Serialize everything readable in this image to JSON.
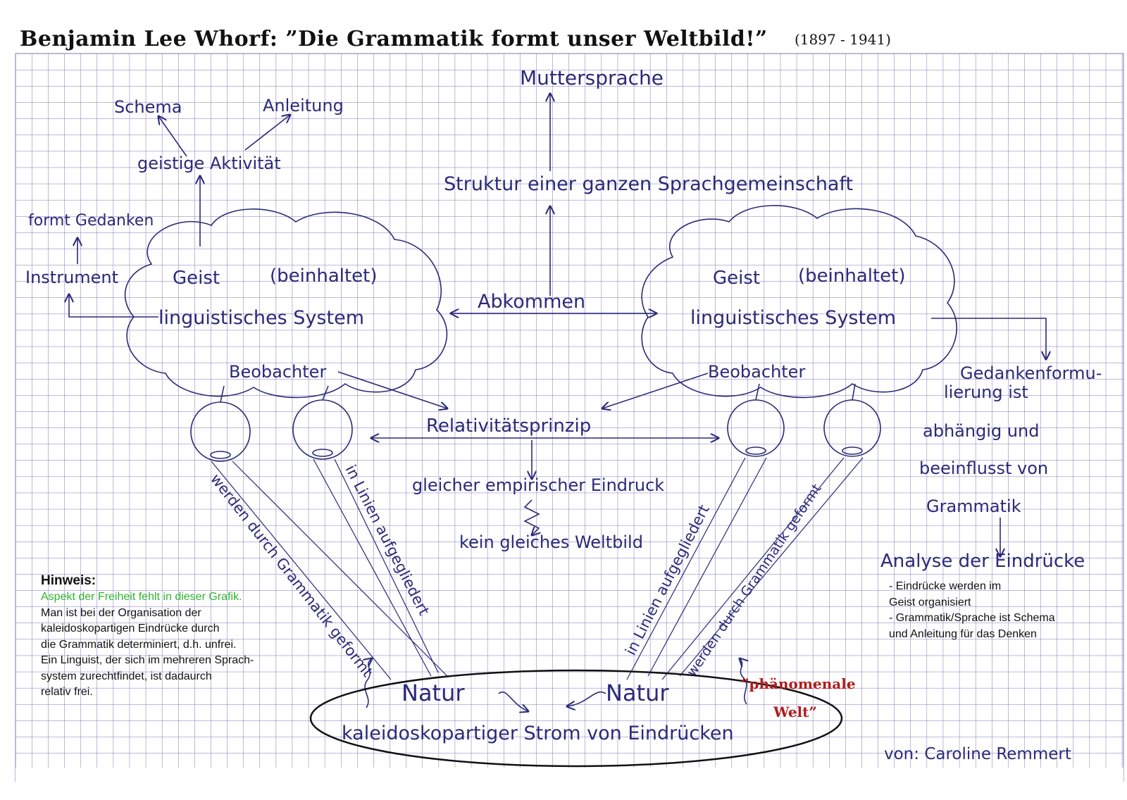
{
  "title": "Benjamin Lee Whorf: ”Die Grammatik formt unser Weltbild!”",
  "years": "(1897 - 1941)",
  "labels": {
    "muttersprache": "Muttersprache",
    "schema": "Schema",
    "anleitung": "Anleitung",
    "geistige_aktivitaet": "geistige Aktivität",
    "struktur": "Struktur einer ganzen Sprachgemeinschaft",
    "formt_gedanken": "formt Gedanken",
    "instrument": "Instrument",
    "geist_left": "Geist",
    "beinhaltet_left": "(beinhaltet)",
    "ling_left": "linguistisches System",
    "abkommen": "Abkommen",
    "geist_right": "Geist",
    "beinhaltet_right": "(beinhaltet)",
    "ling_right": "linguistisches System",
    "beobachter_left": "Beobachter",
    "beobachter_right": "Beobachter",
    "relativitaetsprinzip": "Relativitätsprinzip",
    "gleicher_eindruck": "gleicher empirischer Eindruck",
    "kein_weltbild": "kein gleiches Weltbild",
    "gedanken_1": "Gedankenformu-",
    "gedanken_2": "lierung ist",
    "gedanken_3": "abhängig und",
    "gedanken_4": "beeinflusst von",
    "gedanken_5": "Grammatik",
    "analyse": "Analyse der Eindrücke",
    "werden_geformt_left": "werden durch Grammatik geformt",
    "in_linien_left": "in Linien aufgegliedert",
    "in_linien_right": "in Linien aufgegliedert",
    "werden_geformt_right": "werden durch Grammatik geformt",
    "natur_left": "Natur",
    "natur_right": "Natur",
    "strom": "kaleidoskopartiger Strom von Eindrücken",
    "phaenomenale_1": "”phänomenale",
    "phaenomenale_2": "Welt”",
    "author": "von: Caroline Remmert"
  },
  "hinweis": {
    "heading": "Hinweis:",
    "green_line": "Aspekt der Freiheit fehlt in dieser Grafik.",
    "lines": [
      "Man ist bei der Organisation der",
      "kaleidoskopartigen Eindrücke durch",
      "die Grammatik determiniert, d.h. unfrei.",
      "Ein Linguist, der sich im mehreren Sprach-",
      "system zurechtfindet, ist dadaurch",
      "relativ frei."
    ]
  },
  "right_notes": [
    "- Eindrücke werden im",
    "Geist organisiert",
    "- Grammatik/Sprache ist Schema",
    "und Anleitung für das Denken"
  ],
  "colors": {
    "ink": "#2b2a78",
    "grid": "#7b74b8",
    "green": "#2fb52f",
    "red": "#b01c1c"
  }
}
